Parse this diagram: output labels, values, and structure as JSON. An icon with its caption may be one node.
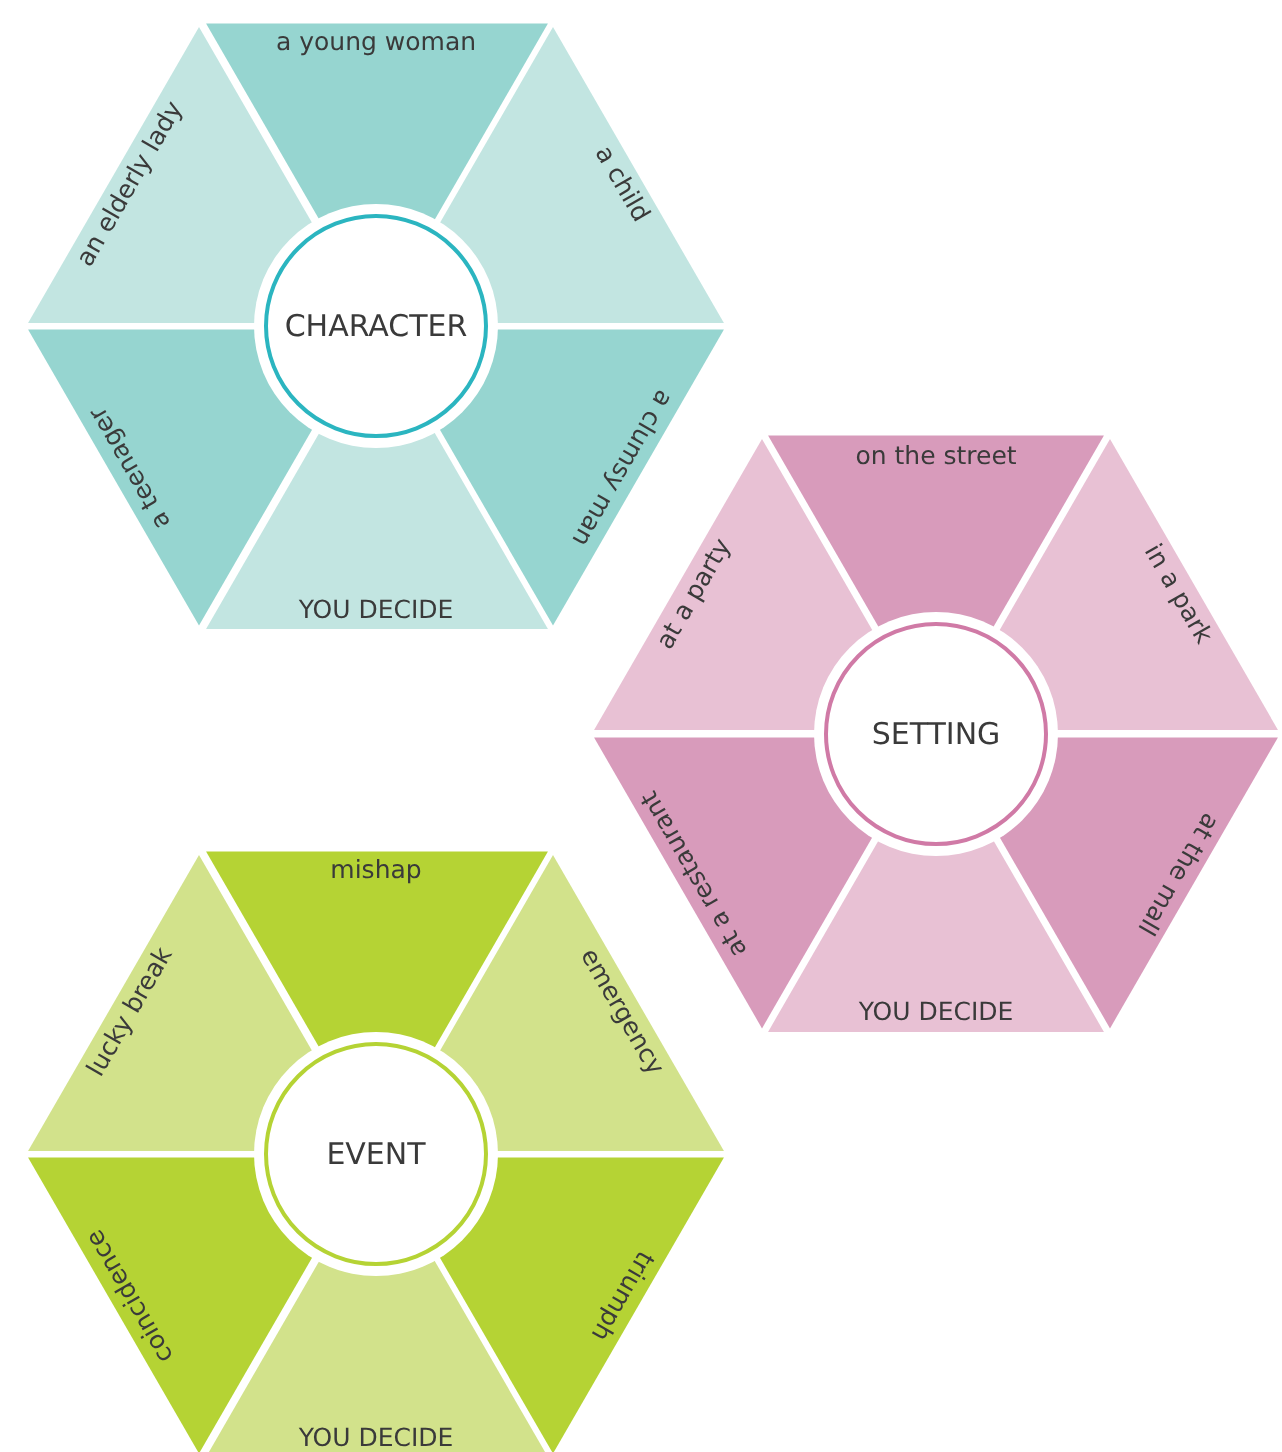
{
  "diagram": {
    "nodes": [
      {
        "text": [
          "a young woman"
        ]
      },
      {
        "text": [
          "a child"
        ]
      },
      {
        "text": [
          "a clumsy man"
        ]
      },
      {
        "text": [
          "YOU DECIDE"
        ]
      },
      {
        "text": [
          "a teenager"
        ]
      },
      {
        "text": [
          "an elderly lady"
        ]
      },
      {
        "text": [
          "CHARACTER"
        ]
      },
      {
        "text": [
          "on the street"
        ]
      },
      {
        "text": [
          "in a park"
        ]
      },
      {
        "text": [
          "at the mall"
        ]
      },
      {
        "text": [
          "YOU DECIDE"
        ]
      },
      {
        "text": [
          "at a restaurant"
        ]
      },
      {
        "text": [
          "at a party"
        ]
      },
      {
        "text": [
          "SETTING"
        ]
      },
      {
        "text": [
          "mishap"
        ]
      },
      {
        "text": [
          "emergency"
        ]
      },
      {
        "text": [
          "triumph"
        ]
      },
      {
        "text": [
          "YOU DECIDE"
        ]
      },
      {
        "text": [
          "coincidence"
        ]
      },
      {
        "text": [
          "lucky break"
        ]
      },
      {
        "text": [
          "EVENT"
        ]
      }
    ]
  }
}
